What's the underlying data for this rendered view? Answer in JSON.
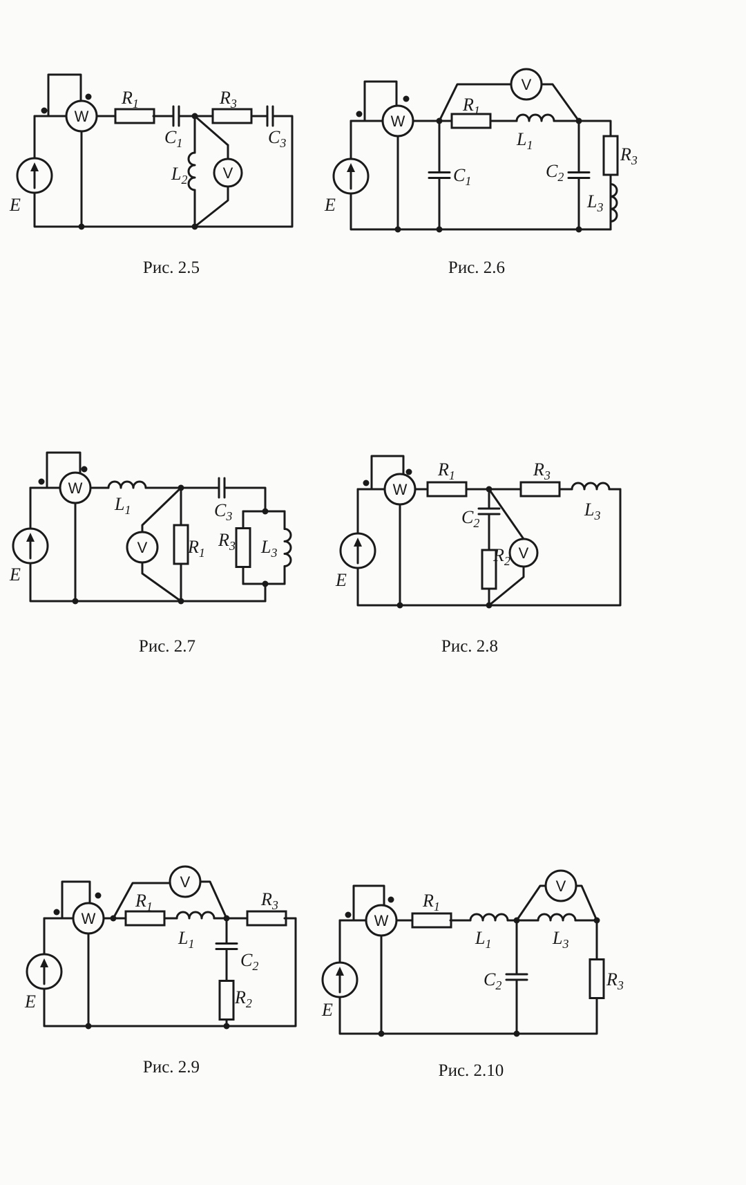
{
  "meters": {
    "wattmeter": "W",
    "voltmeter": "V"
  },
  "figures": [
    {
      "caption": "Рис. 2.5",
      "labels": {
        "E": "E",
        "R1": "R1",
        "C1": "C1",
        "L2": "L2",
        "R3": "R3",
        "C3": "C3"
      }
    },
    {
      "caption": "Рис. 2.6",
      "labels": {
        "E": "E",
        "R1": "R1",
        "L1": "L1",
        "C1": "C1",
        "C2": "C2",
        "R3": "R3",
        "L3": "L3"
      }
    },
    {
      "caption": "Рис. 2.7",
      "labels": {
        "E": "E",
        "L1": "L1",
        "R1": "R1",
        "C3": "C3",
        "R3": "R3",
        "L3": "L3"
      }
    },
    {
      "caption": "Рис. 2.8",
      "labels": {
        "E": "E",
        "R1": "R1",
        "C2": "C2",
        "R2": "R2",
        "R3": "R3",
        "L3": "L3"
      }
    },
    {
      "caption": "Рис. 2.9",
      "labels": {
        "E": "E",
        "R1": "R1",
        "L1": "L1",
        "C2": "C2",
        "R2": "R2",
        "R3": "R3"
      }
    },
    {
      "caption": "Рис. 2.10",
      "labels": {
        "E": "E",
        "R1": "R1",
        "L1": "L1",
        "C2": "C2",
        "L3": "L3",
        "R3": "R3"
      }
    }
  ]
}
